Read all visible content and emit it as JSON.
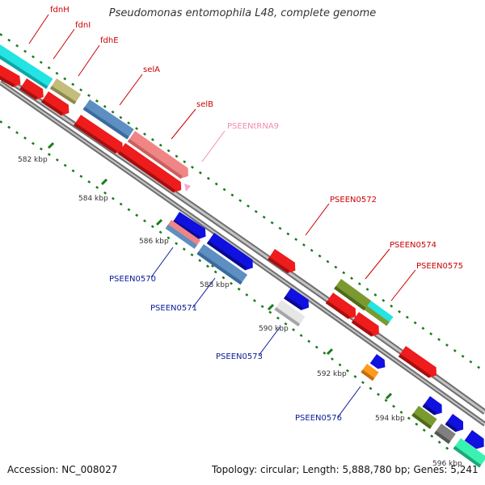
{
  "title": "Pseudomonas entomophila L48, complete genome",
  "footer": {
    "accession": "Accession: NC_008027",
    "summary": "Topology: circular; Length: 5,888,780 bp; Genes: 5,241"
  },
  "colors": {
    "backbone": "#8a8a8a",
    "tick": "#1a7a1a",
    "forward_label": "#cc0000",
    "reverse_label": "#0a1a99",
    "rna_label": "#f08cb4"
  },
  "ticks": [
    "582 kbp",
    "584 kbp",
    "586 kbp",
    "588 kbp",
    "590 kbp",
    "592 kbp",
    "594 kbp",
    "596 kbp"
  ],
  "gene_labels": [
    "fdnH",
    "fdnI",
    "fdhE",
    "selA",
    "selB",
    "PSEENtRNA9",
    "PSEEN0572",
    "PSEEN0574",
    "PSEEN0575",
    "PSEEN0570",
    "PSEEN0571",
    "PSEEN0573",
    "PSEEN0576"
  ]
}
